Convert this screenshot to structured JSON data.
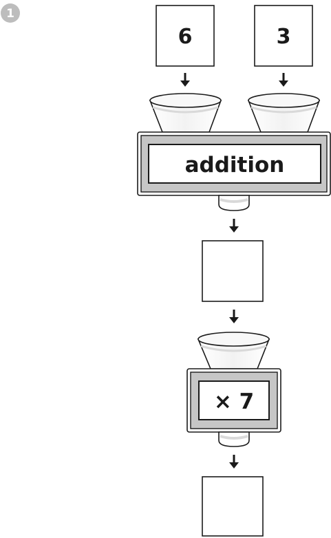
{
  "question": {
    "number": "1"
  },
  "inputs": [
    {
      "value": "6"
    },
    {
      "value": "3"
    }
  ],
  "machines": [
    {
      "operation": "addition"
    },
    {
      "operation": "× 7"
    }
  ],
  "answer_boxes": [
    {
      "value": ""
    },
    {
      "value": ""
    }
  ],
  "colors": {
    "stroke": "#1a1a1a",
    "badge": "#bdbdbd",
    "machine_frame": "#c6c6c6",
    "funnel_fill": "#f6f6f6",
    "funnel_shadow": "#d9d9d9"
  }
}
